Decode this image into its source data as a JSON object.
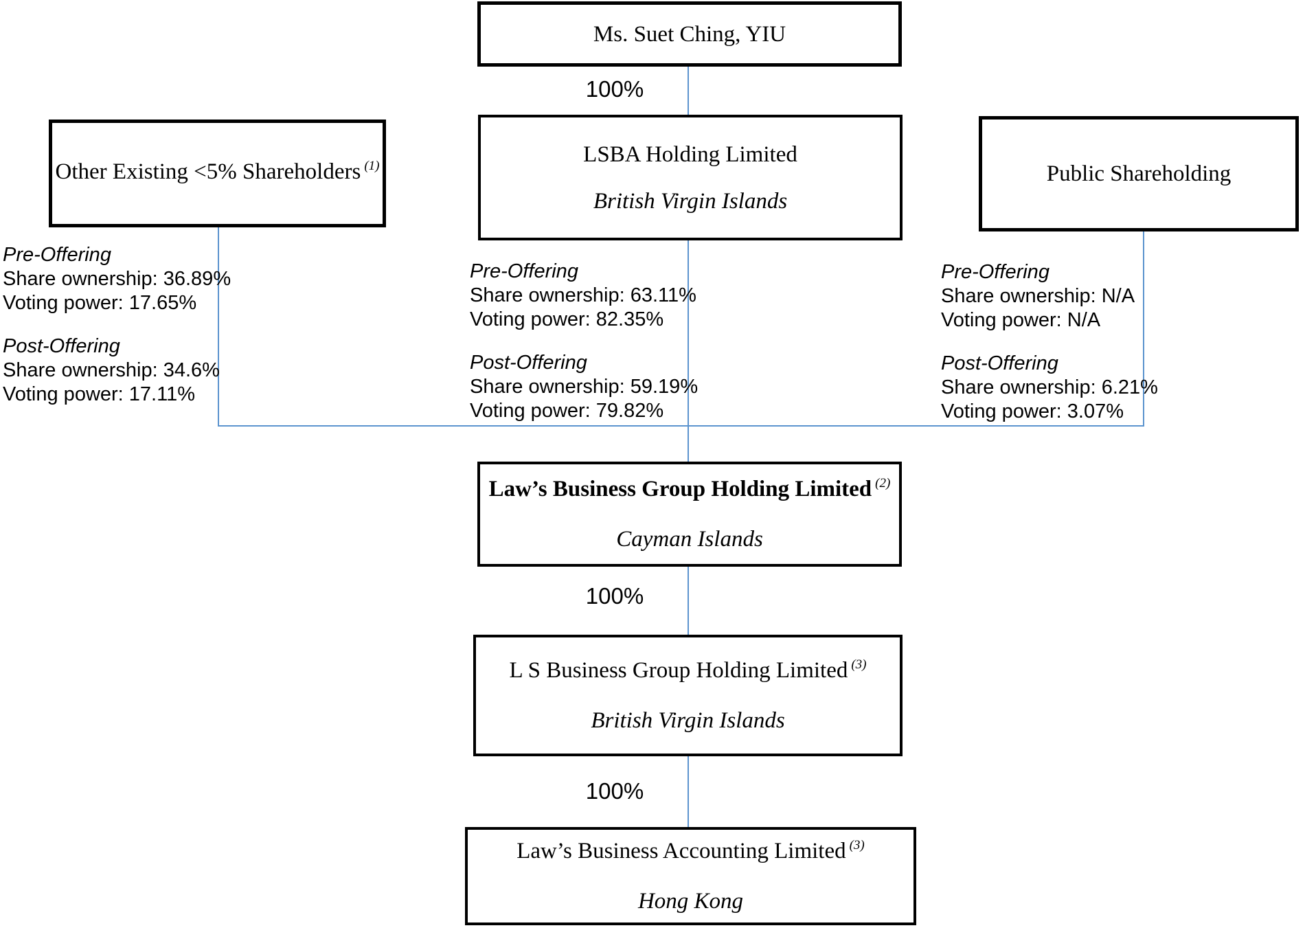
{
  "diagram": {
    "nodes": {
      "person": {
        "name": "Ms. Suet Ching, YIU"
      },
      "lsba": {
        "name": "LSBA Holding Limited",
        "jurisdiction": "British Virgin Islands"
      },
      "other": {
        "name": "Other Existing <5% Shareholders",
        "note": "(1)"
      },
      "public": {
        "name": "Public Shareholding"
      },
      "group": {
        "name": "Law’s Business Group Holding Limited",
        "note": "(2)",
        "jurisdiction": "Cayman Islands"
      },
      "lsbusiness": {
        "name": "L S Business Group Holding Limited",
        "note": "(3)",
        "jurisdiction": "British Virgin Islands"
      },
      "accounting": {
        "name": "Law’s Business Accounting Limited",
        "note": "(3)",
        "jurisdiction": "Hong Kong"
      }
    },
    "edge_labels": {
      "person_to_lsba": "100%",
      "group_to_lsbusiness": "100%",
      "lsbusiness_to_accounting": "100%"
    },
    "stats": {
      "other": {
        "pre_title": "Pre-Offering",
        "pre": [
          "Share ownership: 36.89%",
          "Voting power: 17.65%"
        ],
        "post_title": "Post-Offering",
        "post": [
          "Share ownership: 34.6%",
          "Voting power: 17.11%"
        ]
      },
      "lsba": {
        "pre_title": "Pre-Offering",
        "pre": [
          "Share ownership: 63.11%",
          "Voting power: 82.35%"
        ],
        "post_title": "Post-Offering",
        "post": [
          "Share ownership: 59.19%",
          "Voting power: 79.82%"
        ]
      },
      "public": {
        "pre_title": "Pre-Offering",
        "pre": [
          "Share ownership: N/A",
          "Voting power: N/A"
        ],
        "post_title": "Post-Offering",
        "post": [
          "Share ownership: 6.21%",
          "Voting power: 3.07%"
        ]
      }
    },
    "colors": {
      "connector": "#5B93CE",
      "border": "#000000",
      "text": "#000000"
    }
  }
}
